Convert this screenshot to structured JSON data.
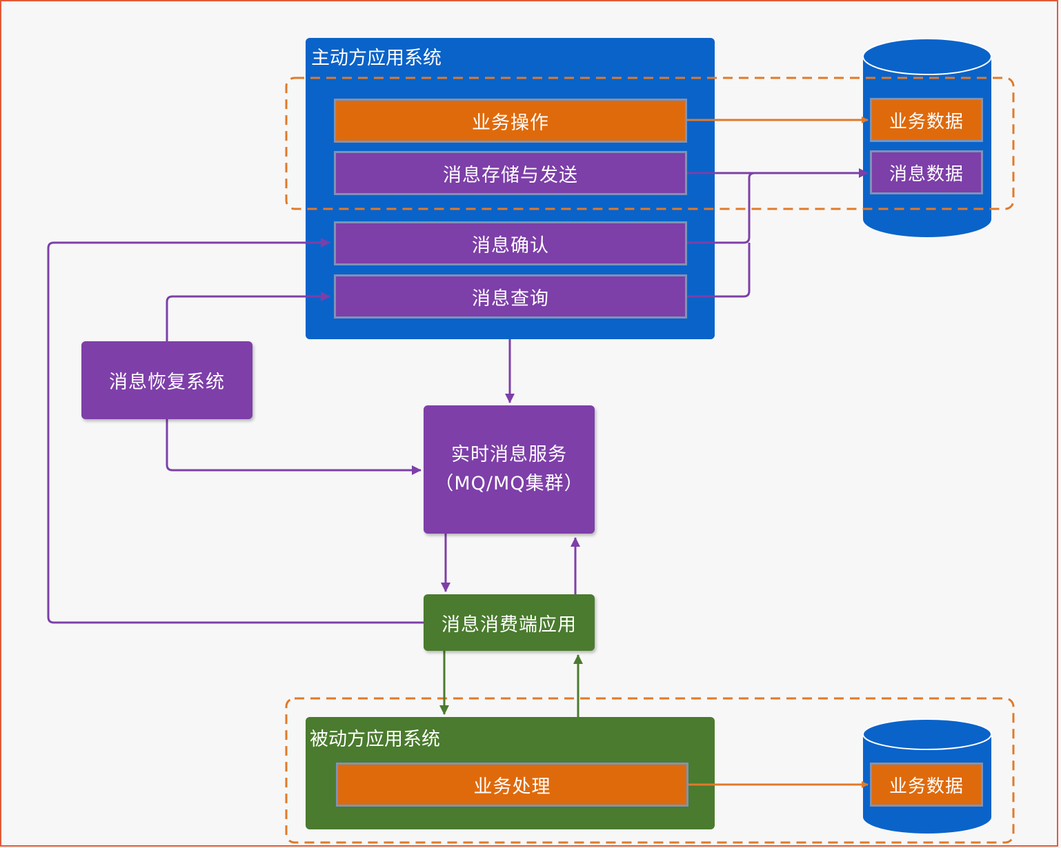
{
  "active_system": {
    "title": "主动方应用系统",
    "items": {
      "business_op": "业务操作",
      "msg_store_send": "消息存储与发送",
      "msg_confirm": "消息确认",
      "msg_query": "消息查询"
    }
  },
  "db_top": {
    "business_data": "业务数据",
    "message_data": "消息数据"
  },
  "recovery_system": "消息恢复系统",
  "mq_service": {
    "line1": "实时消息服务",
    "line2": "（MQ/MQ集群）"
  },
  "consumer_app": "消息消费端应用",
  "passive_system": {
    "title": "被动方应用系统",
    "business_process": "业务处理"
  },
  "db_bottom": {
    "business_data": "业务数据"
  },
  "colors": {
    "blue": "#0a63c9",
    "orange": "#df6a0c",
    "purple": "#7d3fa8",
    "green": "#4a7b2e",
    "dash": "#e07a2a",
    "frame": "#e25a3a"
  }
}
